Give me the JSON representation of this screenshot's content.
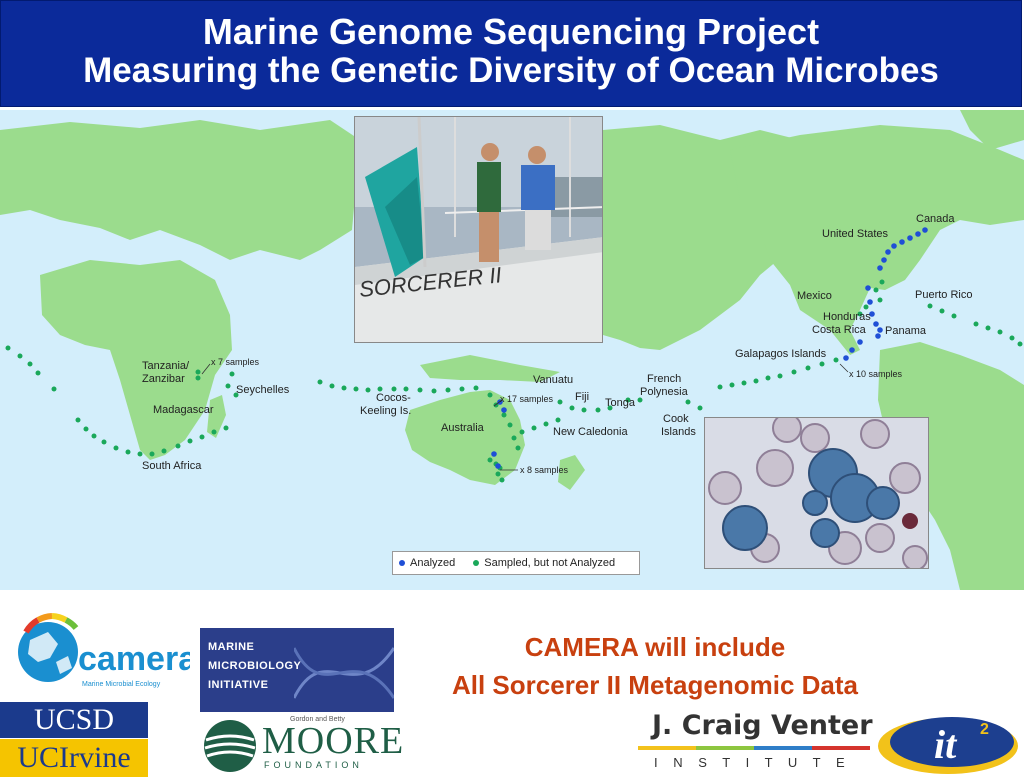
{
  "header": {
    "title_line1": "Marine Genome Sequencing Project",
    "title_line2": "Measuring the Genetic Diversity of Ocean Microbes"
  },
  "map": {
    "labels": {
      "canada": "Canada",
      "united_states": "United States",
      "mexico": "Mexico",
      "puerto_rico": "Puerto Rico",
      "honduras": "Honduras",
      "costa_rica": "Costa Rica",
      "panama": "Panama",
      "galapagos": "Galapagos Islands",
      "x10": "x 10 samples",
      "tanzania": "Tanzania/",
      "zanzibar": "Zanzibar",
      "x7": "x 7 samples",
      "seychelles": "Seychelles",
      "madagascar": "Madagascar",
      "south_africa": "South Africa",
      "cocos1": "Cocos-",
      "cocos2": "Keeling Is.",
      "australia": "Australia",
      "x17": "x 17 samples",
      "x8": "x 8 samples",
      "vanuatu": "Vanuatu",
      "fiji": "Fiji",
      "tonga": "Tonga",
      "new_caledonia": "New Caledonia",
      "french1": "French",
      "french2": "Polynesia",
      "cook1": "Cook",
      "cook2": "Islands"
    },
    "legend": {
      "analyzed": "Analyzed",
      "sampled": "Sampled, but not Analyzed"
    },
    "colors": {
      "ocean": "#d3eefb",
      "land": "#9bdc8d",
      "analyzed": "#1f4fd6",
      "sampled": "#1aa85a"
    }
  },
  "photo_text": "SORCERER II",
  "note": {
    "line1": "CAMERA will include",
    "line2": "All Sorcerer II Metagenomic Data"
  },
  "logos": {
    "camera": "camera",
    "camera_sub": "Marine Microbial Ecology",
    "ucsd": "UCSD",
    "uci": "UCIrvine",
    "mmi1": "MARINE",
    "mmi2": "MICROBIOLOGY",
    "mmi3": "INITIATIVE",
    "moore_small": "Gordon and Betty",
    "moore": "MOORE",
    "moore_sub": "FOUNDATION",
    "jcvi": "J. Craig Venter",
    "jcvi_sub": "I N S T I T U T E",
    "it2": "it"
  }
}
